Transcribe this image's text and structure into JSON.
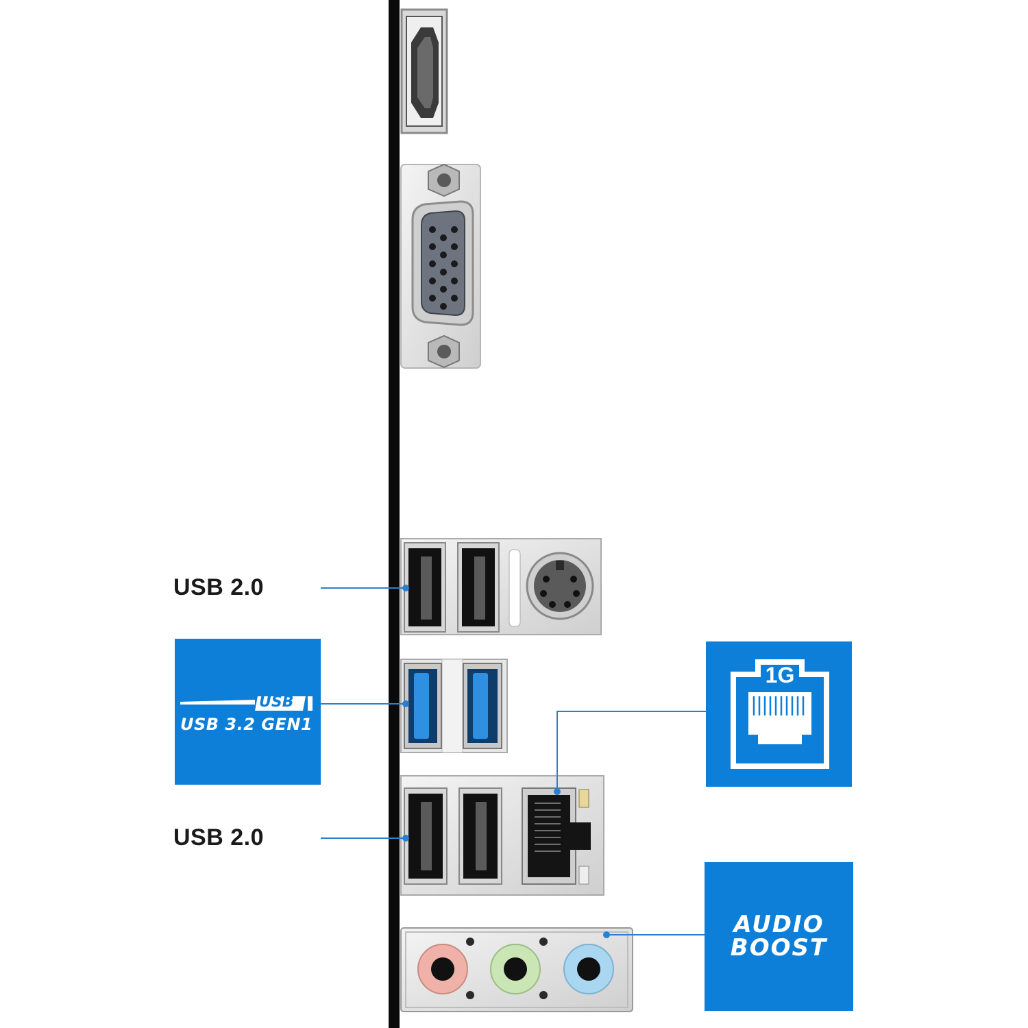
{
  "labels": {
    "usb2_top": "USB 2.0",
    "usb2_bottom": "USB 2.0"
  },
  "badges": {
    "usb32": {
      "mini_text": "USB",
      "text": "USB 3.2 GEN1"
    },
    "lan": {
      "speed": "1G"
    },
    "audio": {
      "text": "AUDIO BOOST"
    }
  },
  "colors": {
    "accent_blue": "#0e7fd8",
    "leader_line": "#2b7fd0",
    "io_shield": "#e4e4e4",
    "usb3_port": "#2f8fe0",
    "audio_pink": "#f0b2a8",
    "audio_green": "#c9e6b4",
    "audio_blue": "#a9d6f0"
  },
  "icons": {
    "hdmi": "hdmi-port-icon",
    "vga": "vga-port-icon",
    "ps2": "ps2-port-icon",
    "rj45": "rj45-port-icon",
    "lan_badge": "ethernet-jack-icon",
    "usb_badge": "usb-logo-icon"
  }
}
